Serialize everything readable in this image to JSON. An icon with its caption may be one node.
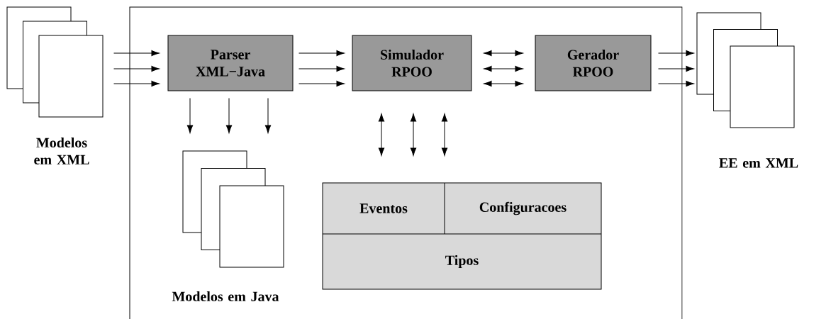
{
  "diagram": {
    "nodes": [
      {
        "text": [],
        "shape": "box"
      },
      {
        "text": [
          "Modelos em XML"
        ]
      },
      {
        "text": [
          "Parser XML−Java"
        ],
        "in": 0
      },
      {
        "text": [
          "Simulador RPOO"
        ],
        "in": 0
      },
      {
        "text": [
          "Gerador RPOO"
        ],
        "in": 0
      },
      {
        "text": [
          "EE em XML"
        ]
      },
      {
        "text": [
          "Modelos em Java"
        ],
        "in": 0
      },
      {
        "text": [
          "Eventos",
          "Configuracoes",
          "Tipos"
        ],
        "in": 0
      }
    ],
    "edges": [
      {
        "from": 1,
        "to": 2,
        "arrow": "to"
      },
      {
        "from": 1,
        "to": 2,
        "arrow": "to"
      },
      {
        "from": 1,
        "to": 2,
        "arrow": "to"
      },
      {
        "from": 2,
        "to": 3,
        "arrow": "to"
      },
      {
        "from": 2,
        "to": 3,
        "arrow": "to"
      },
      {
        "from": 2,
        "to": 3,
        "arrow": "to"
      },
      {
        "from": 3,
        "to": 4,
        "arrow": "both"
      },
      {
        "from": 3,
        "to": 4,
        "arrow": "both"
      },
      {
        "from": 3,
        "to": 4,
        "arrow": "both"
      },
      {
        "from": 4,
        "to": 5,
        "arrow": "to"
      },
      {
        "from": 4,
        "to": 5,
        "arrow": "to"
      },
      {
        "from": 4,
        "to": 5,
        "arrow": "to"
      },
      {
        "from": 2,
        "to": 6,
        "arrow": "to"
      },
      {
        "from": 2,
        "to": 6,
        "arrow": "to"
      },
      {
        "from": 2,
        "to": 6,
        "arrow": "to"
      },
      {
        "from": 3,
        "to": 7,
        "arrow": "both"
      },
      {
        "from": 3,
        "to": 7,
        "arrow": "both"
      },
      {
        "from": 3,
        "to": 7,
        "arrow": "both"
      }
    ]
  }
}
